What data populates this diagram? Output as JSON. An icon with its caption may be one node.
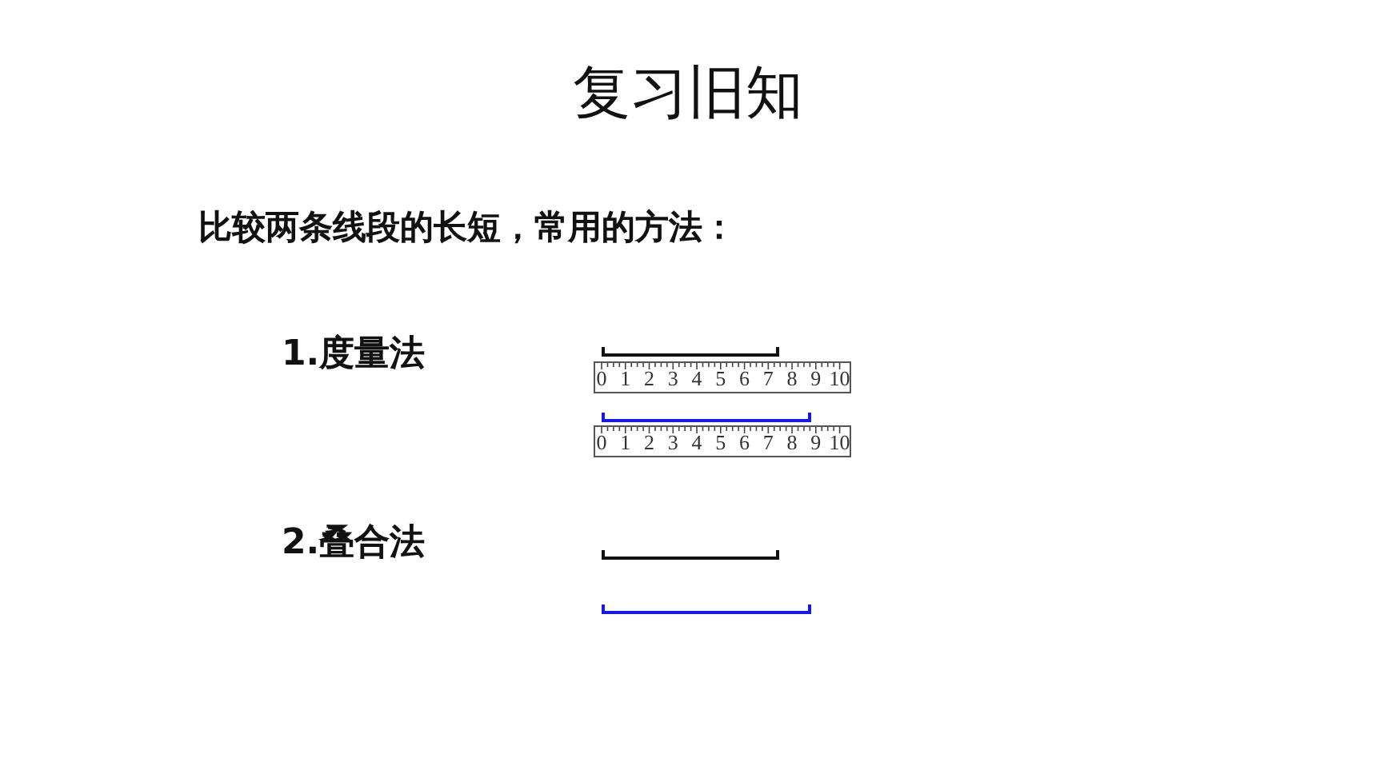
{
  "diagram": {
    "title": "复习旧知",
    "labels": [
      "比较两条线段的长短，常用的方法：",
      "1.度量法",
      "0",
      "1",
      "2",
      "3",
      "4",
      "5",
      "6",
      "7",
      "8",
      "9",
      "10",
      "0",
      "1",
      "2",
      "3",
      "4",
      "5",
      "6",
      "7",
      "8",
      "9",
      "10",
      "2.叠合法"
    ]
  }
}
